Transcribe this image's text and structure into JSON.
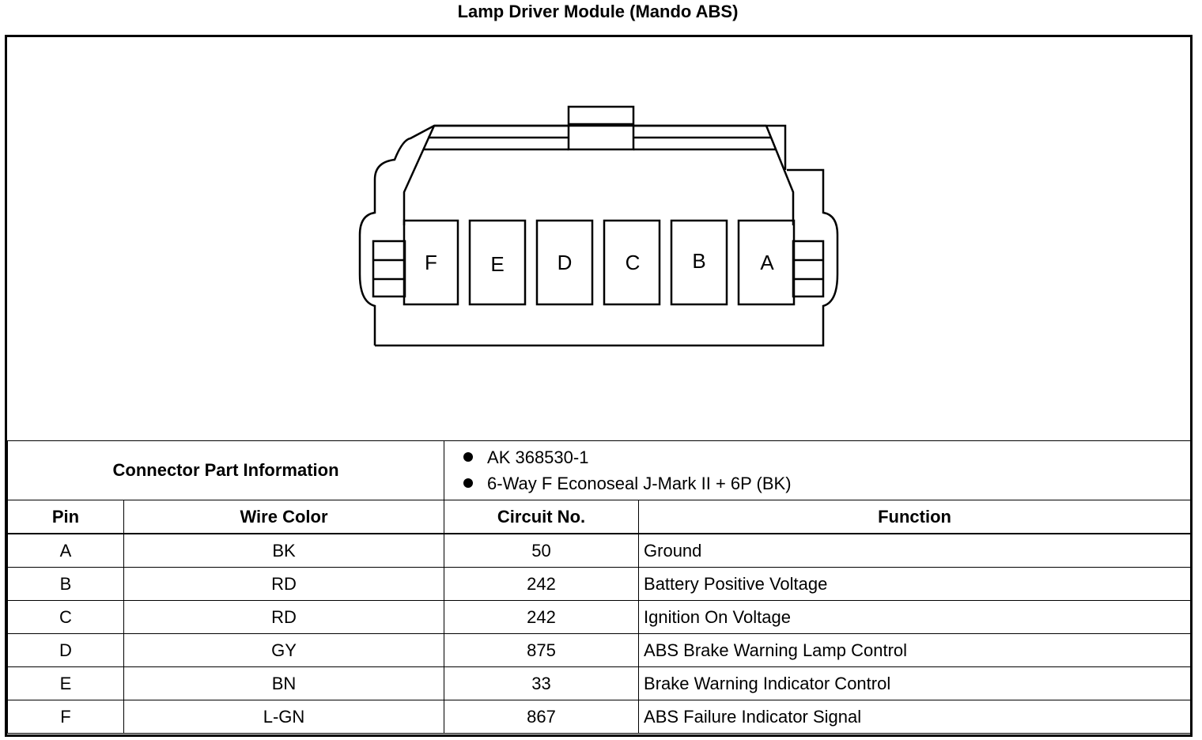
{
  "title": "Lamp Driver Module (Mando ABS)",
  "connector": {
    "pin_labels": [
      "F",
      "E",
      "D",
      "C",
      "B",
      "A"
    ]
  },
  "connector_info": {
    "label": "Connector Part Information",
    "items": [
      "AK 368530-1",
      "6-Way F Econoseal J-Mark II + 6P (BK)"
    ]
  },
  "table": {
    "headers": [
      "Pin",
      "Wire Color",
      "Circuit No.",
      "Function"
    ],
    "rows": [
      {
        "pin": "A",
        "wire_color": "BK",
        "circuit": "50",
        "function": "Ground"
      },
      {
        "pin": "B",
        "wire_color": "RD",
        "circuit": "242",
        "function": "Battery Positive Voltage"
      },
      {
        "pin": "C",
        "wire_color": "RD",
        "circuit": "242",
        "function": "Ignition On Voltage"
      },
      {
        "pin": "D",
        "wire_color": "GY",
        "circuit": "875",
        "function": "ABS Brake Warning Lamp Control"
      },
      {
        "pin": "E",
        "wire_color": "BN",
        "circuit": "33",
        "function": "Brake Warning Indicator Control"
      },
      {
        "pin": "F",
        "wire_color": "L-GN",
        "circuit": "867",
        "function": "ABS Failure Indicator Signal"
      }
    ]
  }
}
